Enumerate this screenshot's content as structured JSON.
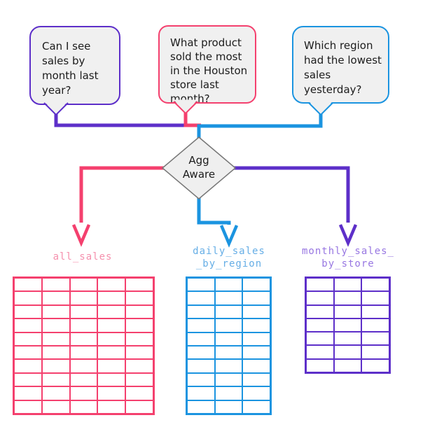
{
  "colors": {
    "pink": "#F4406E",
    "blue": "#1B94E0",
    "purple": "#5D2FC9",
    "pink_light": "#F590AD",
    "blue_light": "#66AEE6",
    "purple_light": "#9877E2",
    "bubble_fill": "#F0F0F0",
    "diamond_border": "#777777",
    "text": "#1C1C1C"
  },
  "bubbles": [
    {
      "text": "Can I see\nsales by\nmonth last\nyear?"
    },
    {
      "text": "What product\nsold the most\nin the Houston\nstore last\nmonth?"
    },
    {
      "text": "Which region\nhad the lowest\nsales\nyesterday?"
    }
  ],
  "decision": {
    "label": "Agg\nAware"
  },
  "tables": [
    {
      "name": "all_sales",
      "label": "all_sales",
      "rows": 10,
      "cols": 5
    },
    {
      "name": "daily_sales_by_region",
      "label": "daily_sales\n_by_region",
      "rows": 10,
      "cols": 3
    },
    {
      "name": "monthly_sales_by_store",
      "label": "monthly_sales_\nby_store",
      "rows": 7,
      "cols": 3
    }
  ]
}
